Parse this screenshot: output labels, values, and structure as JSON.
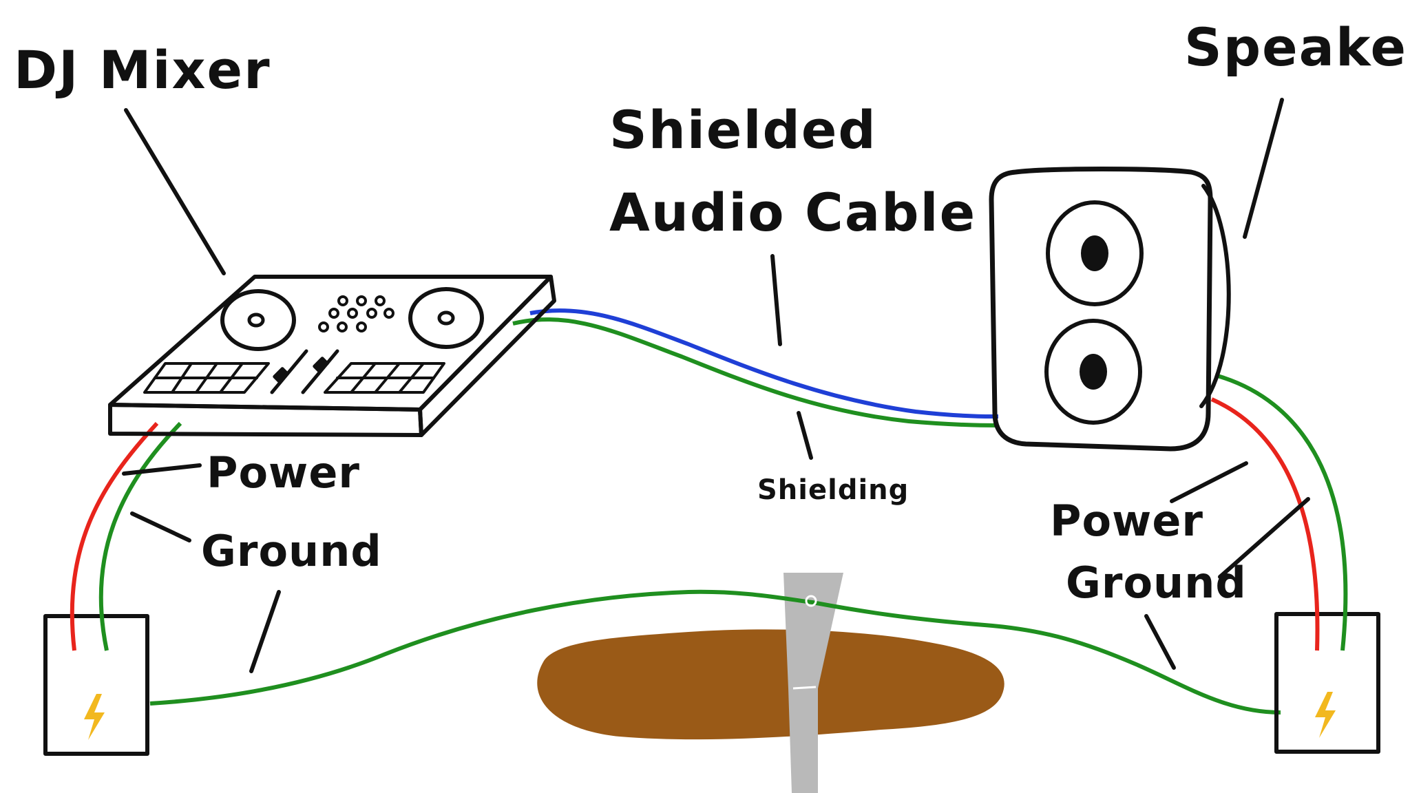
{
  "labels": {
    "dj_mixer": "DJ Mixer",
    "speaker": "Speaker",
    "cable_line1": "Shielded",
    "cable_line2": "Audio Cable",
    "shielding": "Shielding",
    "left_power": "Power",
    "left_ground": "Ground",
    "right_power": "Power",
    "right_ground": "Ground"
  },
  "colors": {
    "power_wire": "#e8241c",
    "ground_wire": "#1f8f1f",
    "signal_wire": "#1f3fd6",
    "earth": "#9a5a17",
    "stake": "#b9b9b9",
    "outlet_bolt": "#f2b81f",
    "ink": "#111111"
  },
  "icons": {
    "outlet": "lightning-bolt-icon"
  }
}
